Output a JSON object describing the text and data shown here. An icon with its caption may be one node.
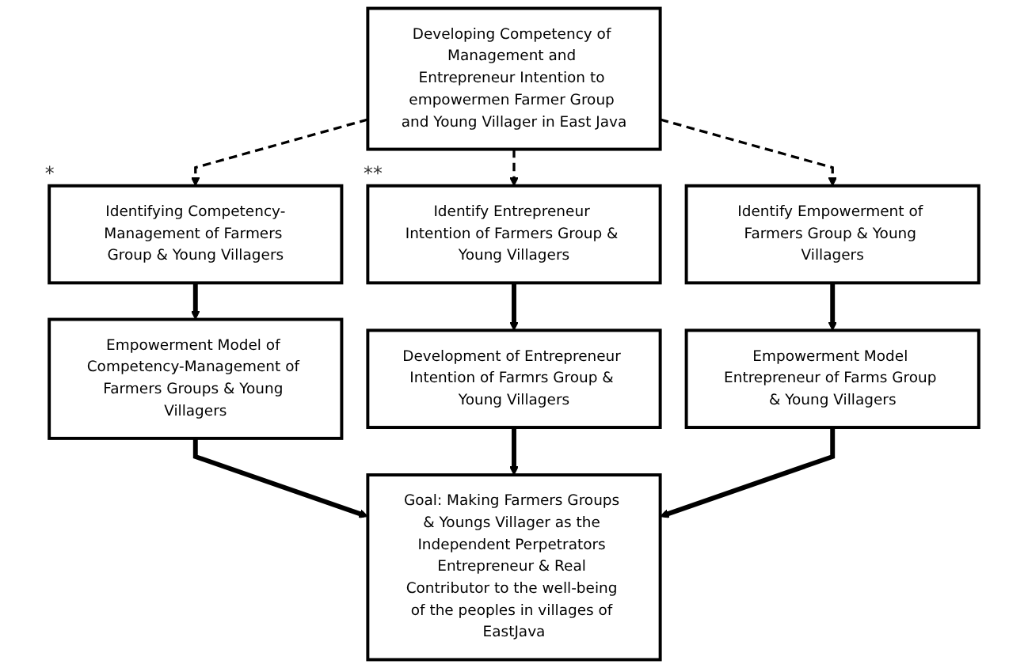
{
  "diagram": {
    "nodes": [
      {
        "text": [
          "Developing Competency of Management and Entrepreneur Intention to empowermen Farmer Group and Young Villager in East Java"
        ]
      },
      {
        "text": [
          "Identifying Competency-Management of Farmers Group & Young Villagers"
        ],
        "beside": [
          "*"
        ]
      },
      {
        "text": [
          "Identify Entrepreneur Intention of Farmers Group & Young Villagers"
        ],
        "beside": [
          "**"
        ]
      },
      {
        "text": [
          "Identify Empowerment of Farmers Group & Young Villagers"
        ]
      },
      {
        "text": [
          "Empowerment Model of Competency-Management of Farmers Groups & Young Villagers"
        ]
      },
      {
        "text": [
          "Development of Entrepreneur Intention of Farmrs Group & Young Villagers"
        ]
      },
      {
        "text": [
          "Empowerment Model Entrepreneur of Farms Group & Young Villagers"
        ]
      },
      {
        "text": [
          "Goal: Making Farmers Groups & Youngs Villager as the Independent Perpetrators Entrepreneur & Real Contributor to the well-being of the peoples in villages of EastJava"
        ]
      }
    ],
    "edges": [
      {
        "from": 0,
        "to": 1,
        "arrow": "to",
        "style": "dashed"
      },
      {
        "from": 0,
        "to": 2,
        "arrow": "to",
        "style": "dashed"
      },
      {
        "from": 0,
        "to": 3,
        "arrow": "to",
        "style": "dashed"
      },
      {
        "from": 1,
        "to": 4,
        "arrow": "to"
      },
      {
        "from": 2,
        "to": 5,
        "arrow": "to"
      },
      {
        "from": 3,
        "to": 6,
        "arrow": "to"
      },
      {
        "from": 4,
        "to": 7,
        "arrow": "to"
      },
      {
        "from": 5,
        "to": 7,
        "arrow": "to"
      },
      {
        "from": 6,
        "to": 7,
        "arrow": "to"
      }
    ]
  }
}
